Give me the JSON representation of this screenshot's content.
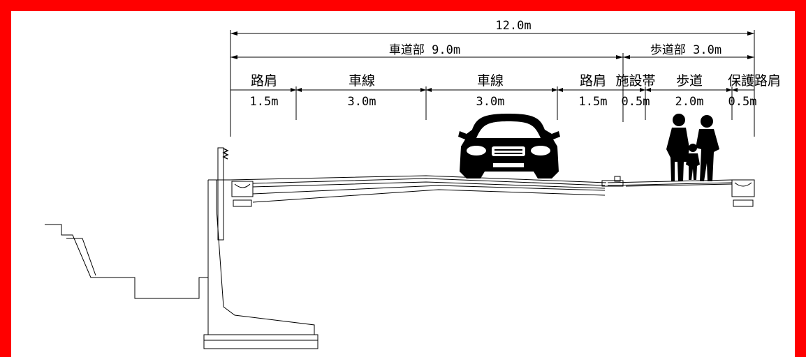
{
  "colors": {
    "frame": "#ff0000",
    "line": "#000000"
  },
  "dimensions": {
    "total": "12.0m",
    "carriageway": "車道部 9.0m",
    "sidewalk_section": "歩道部 3.0m"
  },
  "segments": [
    {
      "label": "路肩",
      "width": "1.5m"
    },
    {
      "label": "車線",
      "width": "3.0m"
    },
    {
      "label": "車線",
      "width": "3.0m"
    },
    {
      "label": "路肩",
      "width": "1.5m"
    },
    {
      "label": "施設帯",
      "width": "0.5m"
    },
    {
      "label": "歩道",
      "width": "2.0m"
    },
    {
      "label": "保護路肩",
      "width": "0.5m"
    }
  ],
  "icons": [
    "car-icon",
    "pedestrian-family-icon",
    "guardrail-icon"
  ]
}
